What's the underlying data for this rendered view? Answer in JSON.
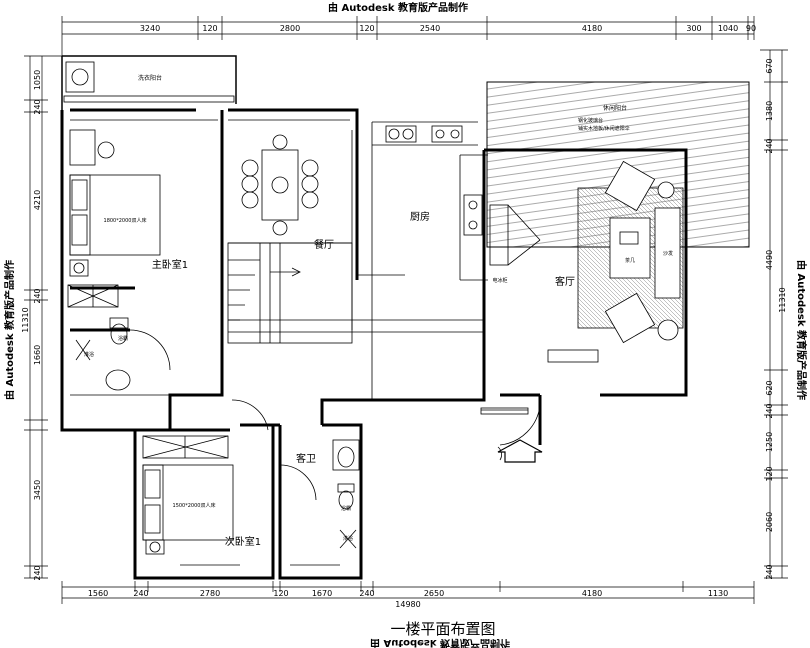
{
  "watermark": "由 Autodesk 教育版产品制作",
  "watermark_mirrored": "由 Autodesk 教育版产品制作",
  "title": "一楼平面布置图",
  "rooms": {
    "master_bedroom": "主卧室1",
    "second_bedroom": "次卧室1",
    "kitchen": "厨房",
    "dining": "餐厅",
    "living": "客厅",
    "guest_bath": "客卫",
    "laundry_balcony": "洗衣阳台",
    "leisure_balcony": "休闲阳台"
  },
  "labels": {
    "bed_master": "1800*2000双人床",
    "bed_second": "1500*2000双人床",
    "coffee_table": "茶几",
    "sofa": "沙发",
    "fridge": "电冰柜",
    "bath_heater_master": "浴霸",
    "bath_heater_guest": "浴霸",
    "shower_master": "淋浴",
    "shower_guest": "淋浴",
    "balcony_note_1": "钢化玻璃台",
    "balcony_note_2": "铺实木地板/休闲遮阳伞"
  },
  "dims_top": [
    "3240",
    "120",
    "2800",
    "120",
    "2540",
    "4180",
    "300",
    "1040",
    "90"
  ],
  "dims_bottom": [
    "1560",
    "240",
    "2780",
    "120",
    "1670",
    "240",
    "2650",
    "4180",
    "1130"
  ],
  "dims_bottom_total": "14980",
  "dims_left": [
    "1050",
    "240",
    "4210",
    "240",
    "1660",
    "3450",
    "240"
  ],
  "dims_left_total": "11310",
  "dims_right": [
    "670",
    "1380",
    "240",
    "4490",
    "620",
    "240",
    "1250",
    "120",
    "2060",
    "240"
  ],
  "dims_right_total": "11310"
}
